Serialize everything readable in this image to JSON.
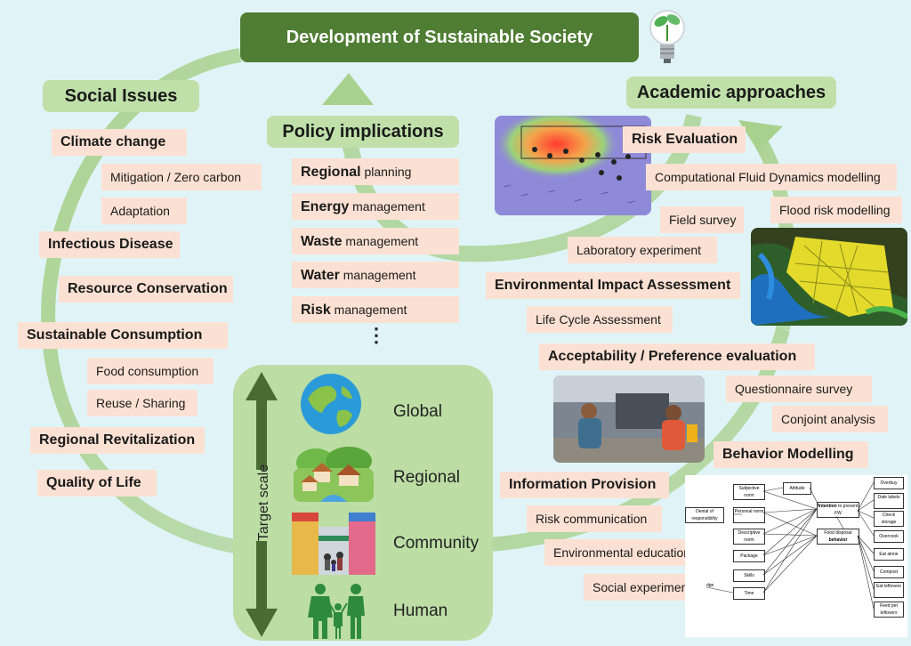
{
  "title": "Development of Sustainable Society",
  "colors": {
    "background": "#e0f4f7",
    "title_bg": "#4f7d33",
    "header_bg": "#bfe0a9",
    "tag_bg": "#fbe1d3",
    "cycle": "#a9d18e"
  },
  "social": {
    "header": "Social Issues",
    "climate": "Climate change",
    "mitigation": "Mitigation / Zero carbon",
    "adaptation": "Adaptation",
    "infectious": "Infectious Disease",
    "resource": "Resource Conservation",
    "consumption": "Sustainable Consumption",
    "food": "Food consumption",
    "reuse": "Reuse / Sharing",
    "revital": "Regional Revitalization",
    "qol": "Quality of Life"
  },
  "policy": {
    "header": "Policy implications",
    "items": [
      {
        "bold": "Regional",
        "rest": " planning"
      },
      {
        "bold": "Energy",
        "rest": " management"
      },
      {
        "bold": "Waste",
        "rest": " management"
      },
      {
        "bold": "Water",
        "rest": " management"
      },
      {
        "bold": "Risk",
        "rest": " management"
      }
    ],
    "more": "⋮"
  },
  "academic": {
    "header": "Academic approaches",
    "risk_eval": "Risk Evaluation",
    "cfd": "Computational Fluid Dynamics modelling",
    "field": "Field survey",
    "flood": "Flood risk modelling",
    "lab": "Laboratory experiment",
    "eia": "Environmental Impact Assessment",
    "lca": "Life Cycle Assessment",
    "accept": "Acceptability / Preference evaluation",
    "quest": "Questionnaire survey",
    "conjoint": "Conjoint analysis",
    "behavior": "Behavior Modelling",
    "info": "Information Provision",
    "riskcomm": "Risk communication",
    "enved": "Environmental education",
    "social_exp": "Social experiment"
  },
  "scale": {
    "axis_label": "Target scale",
    "levels": [
      "Global",
      "Regional",
      "Community",
      "Human"
    ]
  },
  "model_diagram": {
    "left": [
      "Subjective norm",
      "Denial of responsibility",
      "Personal norm",
      "Descriptive norm",
      "Package",
      "Skills",
      "Time",
      "dge"
    ],
    "attitude": "Attitude",
    "intention_bold": "Intention",
    "intention_rest": " to prevent FW",
    "behavior_top": "Food disposal",
    "behavior_bold": "behavior",
    "right": [
      "Overbuy",
      "Date labels",
      "Check storage",
      "Overcook",
      "Eat alone",
      "Compost",
      "Eat leftovers",
      "Feed pet leftovers"
    ]
  }
}
